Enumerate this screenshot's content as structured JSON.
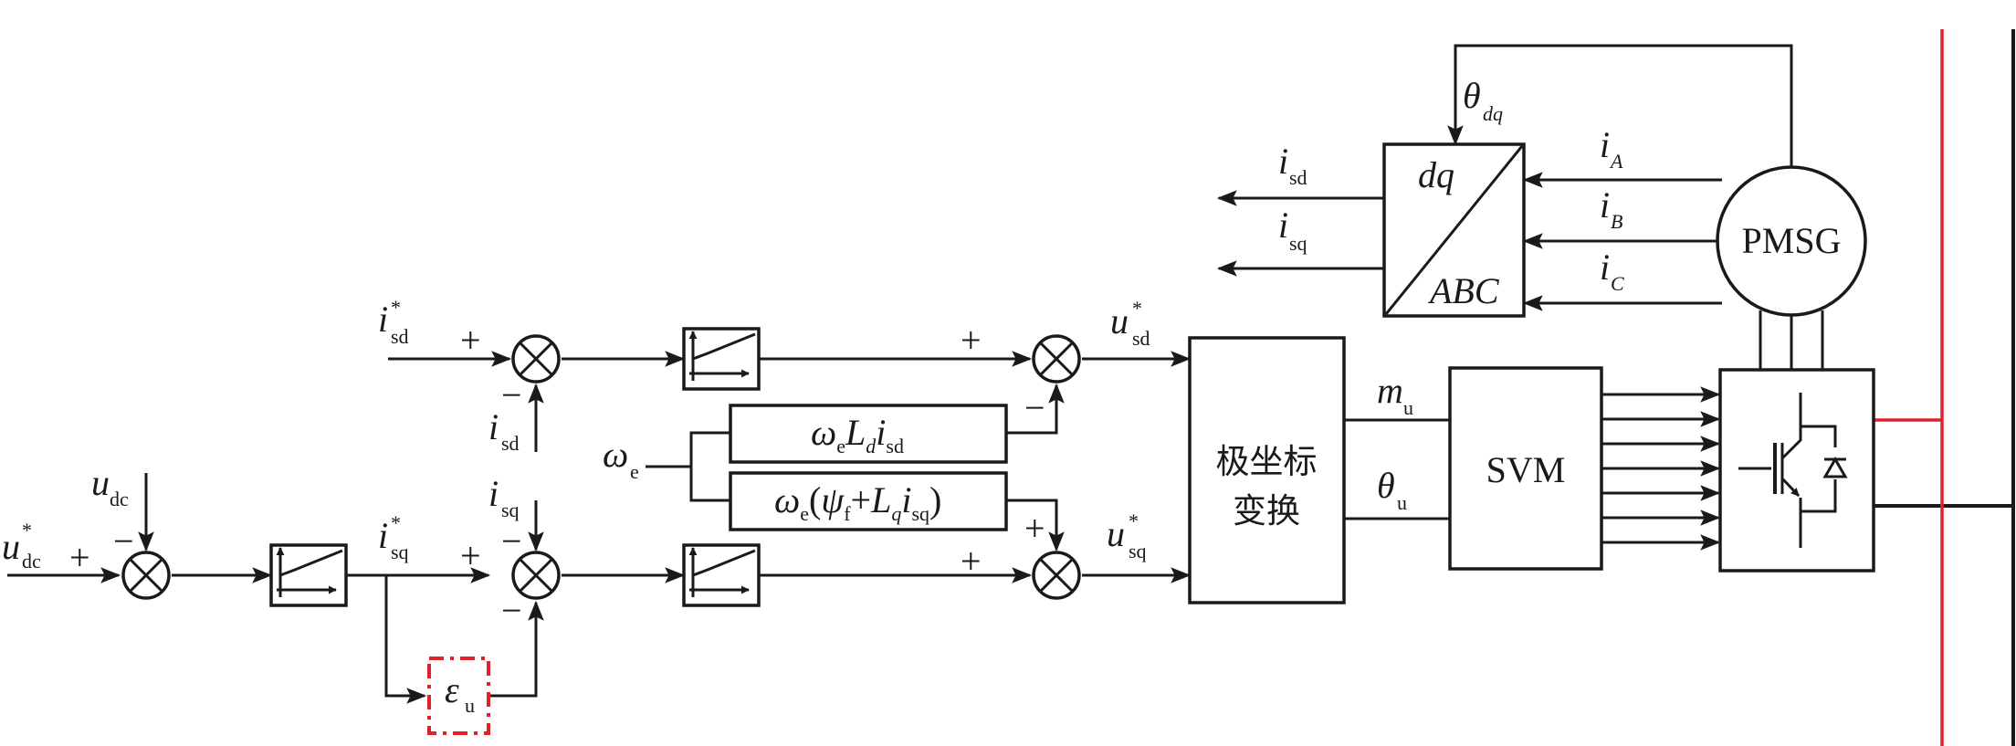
{
  "blocks": {
    "polar": [
      "极坐标",
      "变换"
    ],
    "svm": "SVM",
    "pmsg": "PMSG",
    "dq": "dq",
    "abc": "ABC"
  },
  "signals": {
    "udc_ref": {
      "main": "u",
      "sub": "dc",
      "sup": "*"
    },
    "udc": {
      "main": "u",
      "sub": "dc"
    },
    "isq_ref": {
      "main": "i",
      "sub": "sq",
      "sup": "*"
    },
    "isd_ref": {
      "main": "i",
      "sub": "sd",
      "sup": "*"
    },
    "isd_fb": {
      "main": "i",
      "sub": "sd"
    },
    "isq_fb": {
      "main": "i",
      "sub": "sq"
    },
    "usd_ref": {
      "main": "u",
      "sub": "sd",
      "sup": "*"
    },
    "usq_ref": {
      "main": "u",
      "sub": "sq",
      "sup": "*"
    },
    "mu": {
      "main": "m",
      "sub": "u"
    },
    "theta_u": {
      "main": "θ",
      "sub": "u"
    },
    "theta_dq": {
      "main": "θ",
      "sub": "dq"
    },
    "isd_out": {
      "main": "i",
      "sub": "sd"
    },
    "isq_out": {
      "main": "i",
      "sub": "sq"
    },
    "iA": {
      "main": "i",
      "sub": "A"
    },
    "iB": {
      "main": "i",
      "sub": "B"
    },
    "iC": {
      "main": "i",
      "sub": "C"
    },
    "omega_e": {
      "main": "ω",
      "sub": "e"
    },
    "eps_u": {
      "main": "ε",
      "sub": "u"
    }
  },
  "expressions": {
    "decouple_d": "ωeLdisd",
    "decouple_q": "ωe(ψf+Lqisq)"
  },
  "signs": {
    "plus": "+",
    "minus": "−"
  },
  "colors": {
    "line": "#1a1a1a",
    "grid": "#e0202a",
    "dashed_block": "#e0202a"
  }
}
